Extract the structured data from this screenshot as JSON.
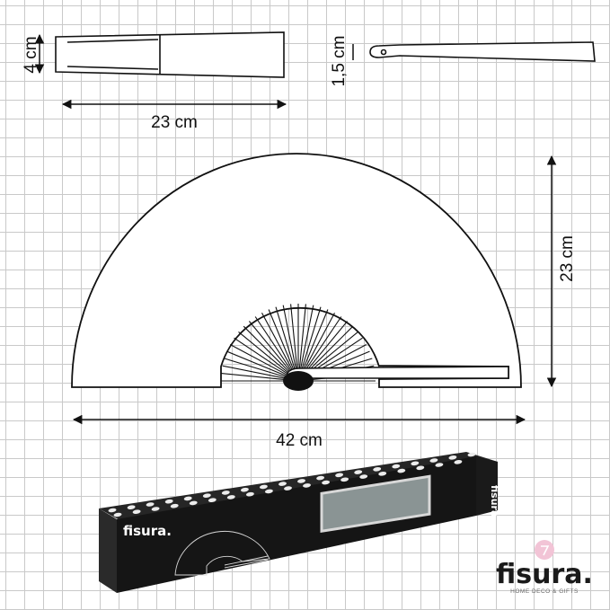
{
  "dimensions": {
    "closed_height": "4 cm",
    "closed_length": "23 cm",
    "rib_thickness": "1,5 cm",
    "open_height": "23 cm",
    "open_width": "42 cm"
  },
  "package": {
    "brand": "fisura.",
    "side_brand": "fisura."
  },
  "logo": {
    "wordmark": "fisura.",
    "tagline": "HOME DECO & GIFTS"
  },
  "colors": {
    "box": "#151515",
    "dots": "#ececec",
    "logo_circle": "#f2c4d6",
    "grid": "#c9c9c9"
  },
  "icons": [
    "fan-outline",
    "closed-fan-outline",
    "fan-rib-outline",
    "fan-box",
    "flower-logo-icon"
  ]
}
